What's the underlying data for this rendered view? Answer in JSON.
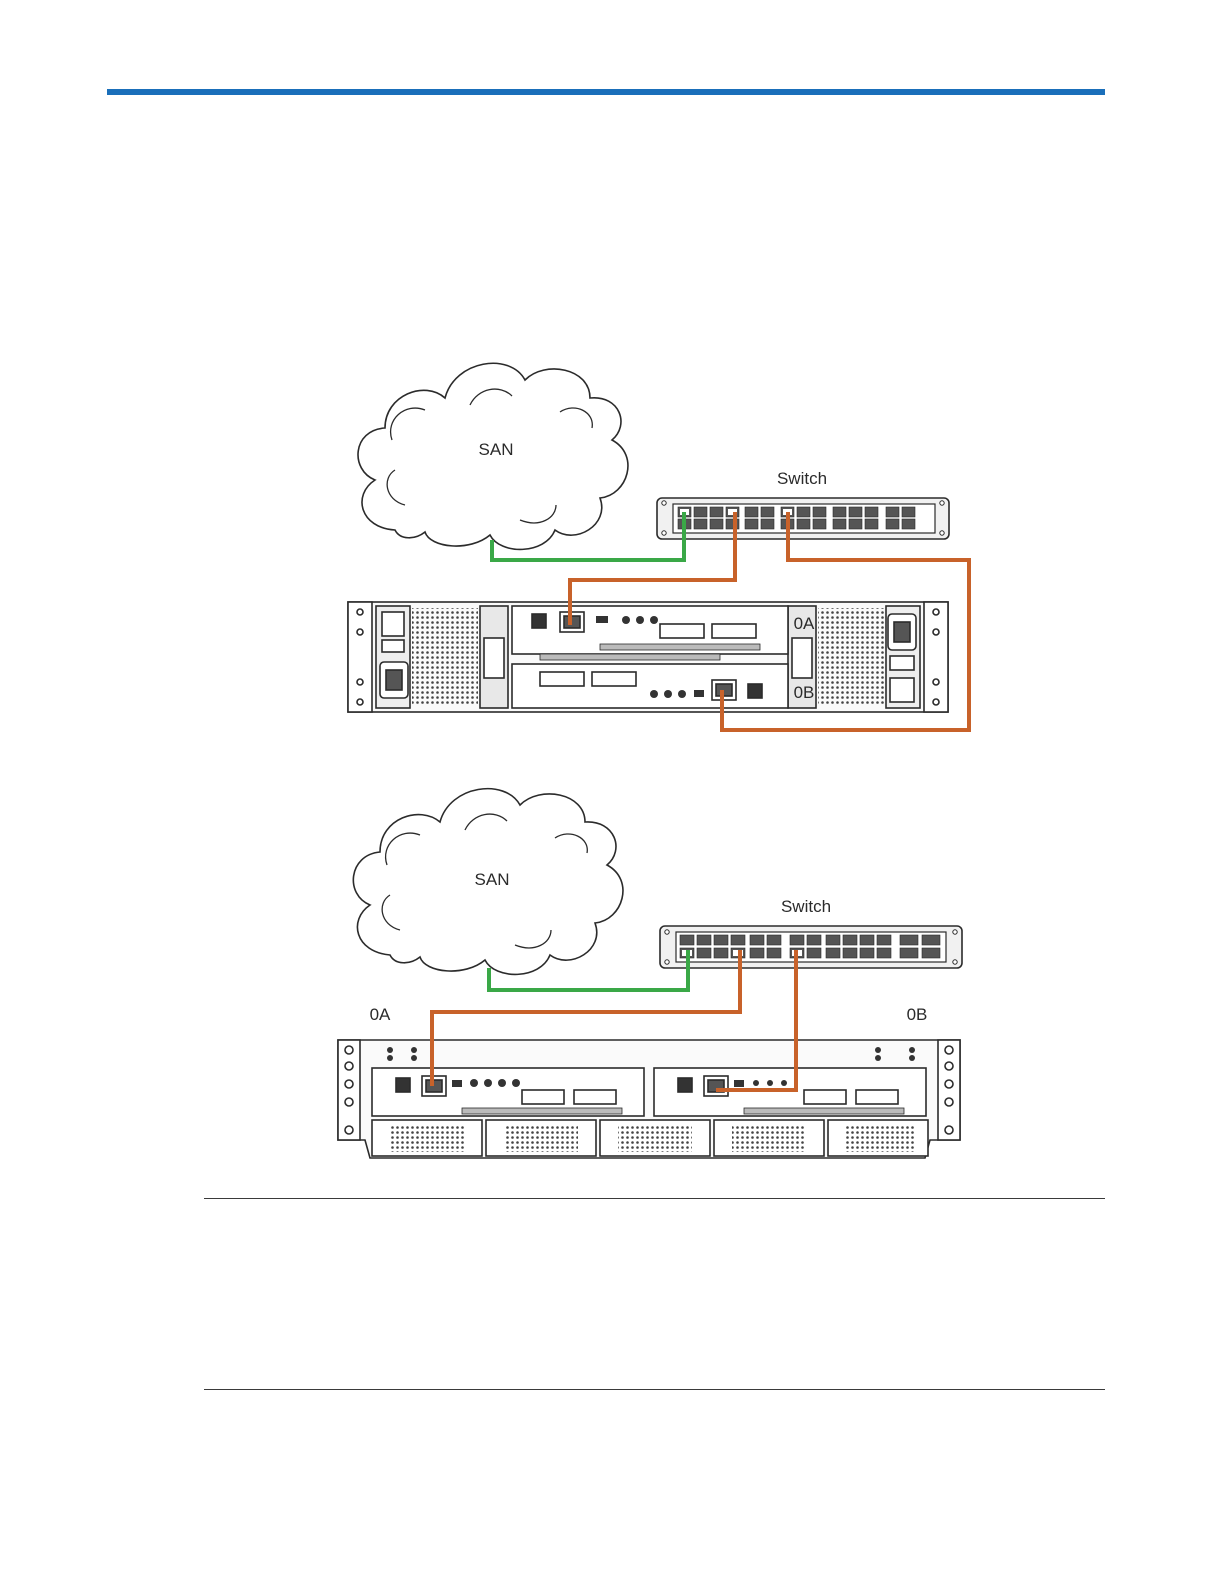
{
  "diagram1": {
    "cloud_label": "SAN",
    "switch_label": "Switch",
    "controller_a_label": "0A",
    "controller_b_label": "0B"
  },
  "diagram2": {
    "cloud_label": "SAN",
    "switch_label": "Switch",
    "controller_a_label": "0A",
    "controller_b_label": "0B"
  },
  "colors": {
    "header_rule": "#1a6fba",
    "san_cable": "#3aa847",
    "mgmt_cable": "#c8622a",
    "line": "#2b2b2b"
  }
}
